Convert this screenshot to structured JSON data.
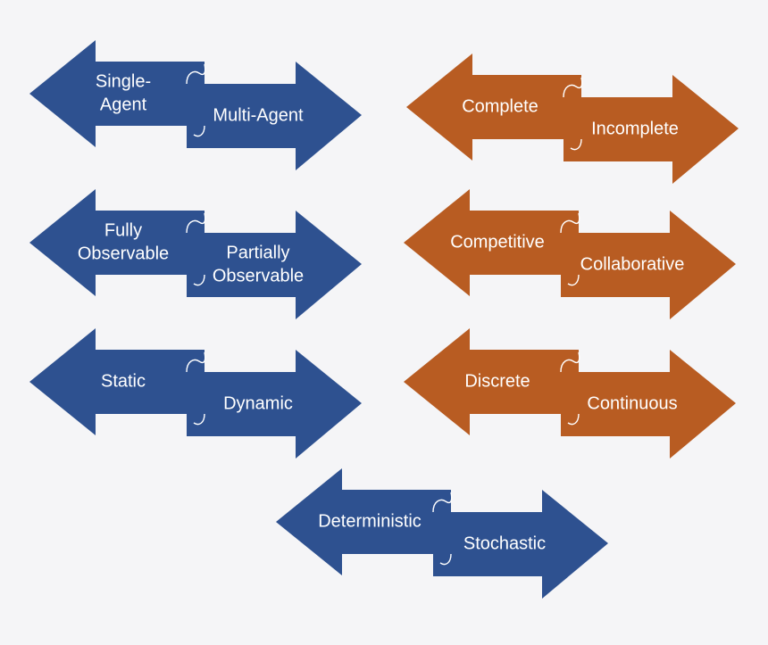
{
  "colors": {
    "blue": "#2e5190",
    "orange": "#b85c22",
    "text": "#ffffff",
    "background": "#f5f5f7"
  },
  "pairs": [
    {
      "id": "agents",
      "color": "blue",
      "left": [
        "Single-",
        "Agent"
      ],
      "right": [
        "Multi-Agent"
      ]
    },
    {
      "id": "information",
      "color": "orange",
      "left": [
        "Complete"
      ],
      "right": [
        "Incomplete"
      ]
    },
    {
      "id": "observability",
      "color": "blue",
      "left": [
        "Fully",
        "Observable"
      ],
      "right": [
        "Partially",
        "Observable"
      ]
    },
    {
      "id": "interaction",
      "color": "orange",
      "left": [
        "Competitive"
      ],
      "right": [
        "Collaborative"
      ]
    },
    {
      "id": "dynamics",
      "color": "blue",
      "left": [
        "Static"
      ],
      "right": [
        "Dynamic"
      ]
    },
    {
      "id": "state-space",
      "color": "orange",
      "left": [
        "Discrete"
      ],
      "right": [
        "Continuous"
      ]
    },
    {
      "id": "determinism",
      "color": "blue",
      "left": [
        "Deterministic"
      ],
      "right": [
        "Stochastic"
      ]
    }
  ]
}
